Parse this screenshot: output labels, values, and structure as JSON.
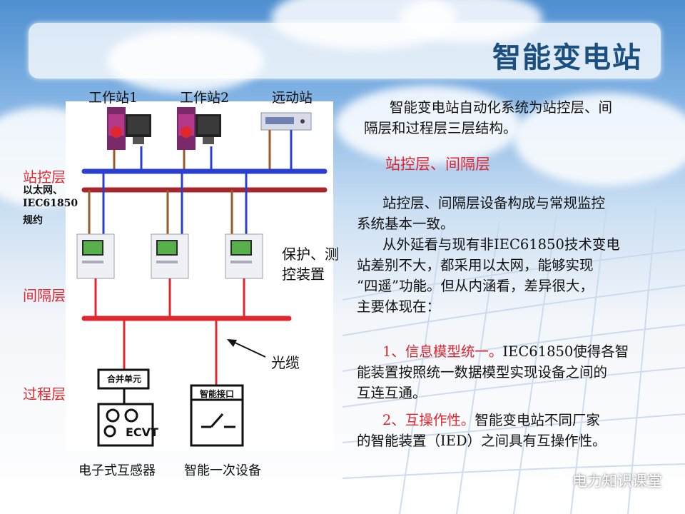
{
  "slide": {
    "title": "智能变电站",
    "watermark": "电力知识课堂"
  },
  "diagram": {
    "top_labels": [
      "工作站1",
      "工作站2",
      "远动站"
    ],
    "layer_station": "站控层",
    "station_network_note": [
      "以太网、",
      "IEC61850",
      "规约"
    ],
    "device_label_1": "保护、测",
    "device_label_2": "控装置",
    "layer_bay": "间隔层",
    "cable_label": "光缆",
    "layer_process": "过程层",
    "merging_unit_label": "合并单元",
    "ect_label": "ECVT",
    "smart_interface_label": "智能接口",
    "bottom_label_1": "电子式互感器",
    "bottom_label_2": "智能一次设备"
  },
  "content": {
    "intro_1": "智能变电站自动化系统为站控层、间",
    "intro_2": "隔层和过程层三层结构。",
    "heading": "站控层、间隔层",
    "p1_1": "站控层、间隔层设备构成与常规监控",
    "p1_2": "系统基本一致。",
    "p2_1": "从外延看与现有非IEC61850技术变电",
    "p2_2": "站差别不大，都采用以太网，能够实现",
    "p2_3": "“四遥”功能。但从内涵看，差异很大，",
    "p2_4": "主要体现在：",
    "item1_head": "1、信息模型统一。",
    "item1_rest": "IEC61850使得各智",
    "item1_2": "能装置按照统一数据模型实现设备之间的",
    "item1_3": "互连互通。",
    "item2_head": "2、互操作性。",
    "item2_rest": "智能变电站不同厂家",
    "item2_2": "的智能装置（IED）之间具有互操作性。"
  },
  "colors": {
    "title": "#1b4f80",
    "accent_red": "#e0262e",
    "bus_blue": "#2a3fd1",
    "bus_darkred": "#a5262c",
    "wire_blue": "#2a3fd1",
    "wire_brown": "#9b5a2a"
  }
}
